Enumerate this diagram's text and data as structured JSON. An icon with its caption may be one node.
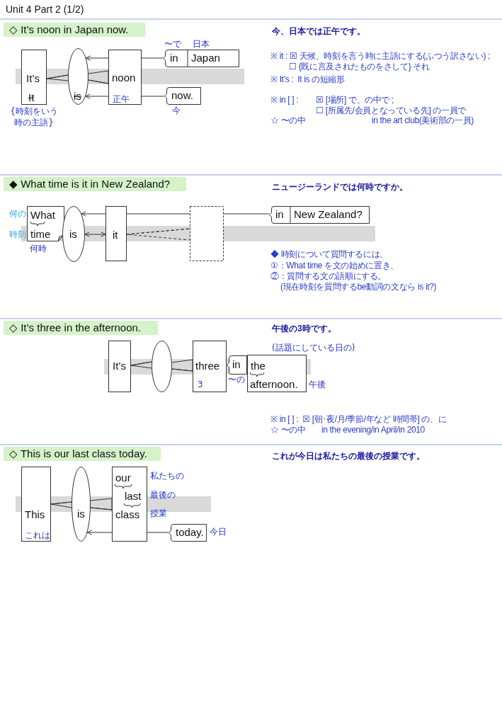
{
  "diagram": {
    "title": "Unit 4 Part 2 (1/2)",
    "nodes": [
      {
        "text": [
          "◇ It’s noon in Japan now."
        ]
      },
      {
        "text": [
          "It’s",
          "It"
        ],
        "beside": [
          "{時刻をいう時の主語}"
        ]
      },
      {
        "text": [
          "is"
        ]
      },
      {
        "text": [
          "noon",
          "正午"
        ]
      },
      {
        "text": [
          "in",
          "Japan"
        ],
        "beside": [
          "〜で",
          "日本"
        ]
      },
      {
        "text": [
          "now."
        ],
        "beside": [
          "今"
        ]
      },
      {
        "text": [
          "◆ What time is it in New Zealand?"
        ]
      },
      {
        "text": [
          "What",
          "time"
        ],
        "beside": [
          "何の",
          "時刻",
          "何時"
        ]
      },
      {
        "text": [
          "is"
        ]
      },
      {
        "text": [
          "it"
        ]
      },
      {
        "text": [],
        "shape": "box"
      },
      {
        "text": [
          "in",
          "New Zealand?"
        ]
      },
      {
        "text": [
          "◇ It’s three in the afternoon."
        ]
      },
      {
        "text": [
          "It’s"
        ]
      },
      {
        "text": [],
        "shape": "ellipse"
      },
      {
        "text": [
          "three",
          "3"
        ]
      },
      {
        "text": [
          "in"
        ],
        "beside": [
          "〜の"
        ]
      },
      {
        "text": [
          "the",
          "afternoon."
        ],
        "beside": [
          "(話題にしている日の)",
          "午後"
        ]
      },
      {
        "text": [
          "◇ This is our last class today."
        ]
      },
      {
        "text": [
          "This",
          "これは"
        ]
      },
      {
        "text": [
          "is"
        ]
      },
      {
        "text": [
          "our",
          "last",
          "class"
        ],
        "beside": [
          "私たちの",
          "最後の",
          "授業"
        ]
      },
      {
        "text": [
          "today."
        ],
        "beside": [
          "今日"
        ]
      }
    ],
    "edges": [
      {
        "from": 1,
        "to": 2,
        "arrow": "none"
      },
      {
        "from": 2,
        "to": 3,
        "arrow": "none"
      },
      {
        "from": 4,
        "to": 3,
        "arrow": "none"
      },
      {
        "from": 3,
        "to": 2,
        "arrow": "to"
      },
      {
        "from": 5,
        "to": 3,
        "arrow": "none"
      },
      {
        "from": 3,
        "to": 2,
        "arrow": "to"
      },
      {
        "from": 9,
        "to": 8,
        "arrow": "to"
      },
      {
        "from": 8,
        "to": 9,
        "arrow": "both"
      },
      {
        "from": 10,
        "to": 9,
        "arrow": "none"
      },
      {
        "from": 11,
        "to": 10,
        "arrow": "none"
      },
      {
        "from": 9,
        "to": 10,
        "arrow": "none",
        "style": "dashed"
      },
      {
        "from": 13,
        "to": 14,
        "arrow": "none"
      },
      {
        "from": 14,
        "to": 15,
        "arrow": "none"
      },
      {
        "from": 19,
        "to": 20,
        "arrow": "none"
      },
      {
        "from": 20,
        "to": 21,
        "arrow": "none"
      },
      {
        "from": 22,
        "to": 21,
        "arrow": "none"
      },
      {
        "from": 21,
        "to": 20,
        "arrow": "to"
      }
    ],
    "labels": [
      "今、日本では正午です。",
      "※ it : ☒ 天候、時刻を言う時に主語にする(ふつう訳さない) ;",
      "☐ {既に言及されたものをさして} それ",
      "※ It’s :  It is の短縮形",
      "※ in [ ] :",
      "☒ [場所] で、の中で ;",
      "☐ [所属先/会員となっている先] の一員で",
      "☆ 〜の中",
      "in the art club(美術部の一員)",
      "ニュージーランドでは何時ですか。",
      "◆ 時刻について質問するには、",
      "①：What time を文の始めに置き、",
      "②：質問する文の語順にする。",
      "(現在時刻を質問するbe動詞の文なら is it?)",
      "午後の3時です。",
      "※ in [ ] :  ☒ [朝･夜/月/季節/年など 時間帯] の、に",
      "☆ 〜の中",
      "in the evening/in April/in 2010",
      "これが今日は私たちの最後の授業です。"
    ]
  }
}
